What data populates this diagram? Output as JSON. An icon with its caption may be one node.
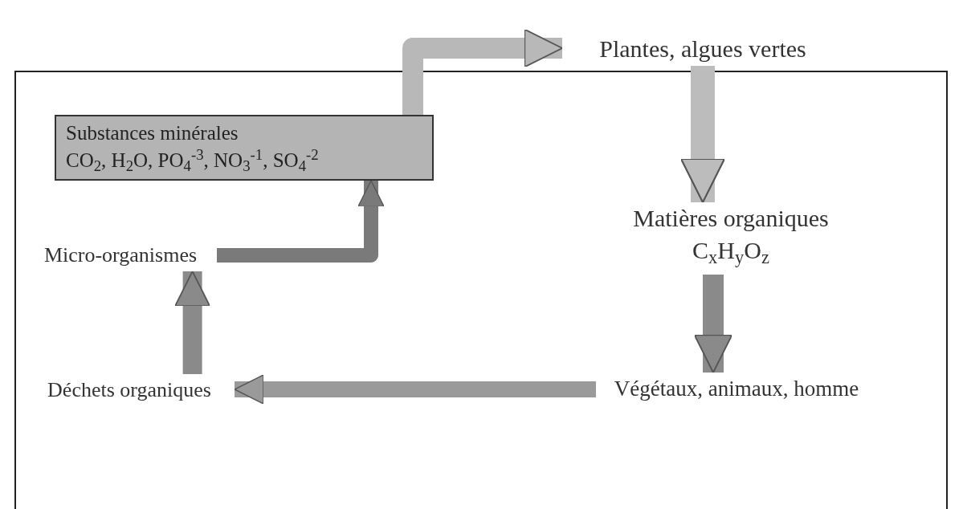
{
  "diagram": {
    "nodes": [
      {
        "text": [
          "Substances minérales",
          "CO$_{2}$, H$_{2}$O, PO$_{4}$$^{-3}$, NO$_{3}$$^{-1}$, SO$_{4}$$^{-2}$"
        ]
      },
      {
        "text": [
          "Plantes, algues vertes"
        ]
      },
      {
        "text": [
          "Matières organiques",
          "C$_{x}$H$_{y}$O$_{z}$"
        ]
      },
      {
        "text": [
          "Végétaux, animaux, homme"
        ]
      },
      {
        "text": [
          "Déchets organiques"
        ]
      },
      {
        "text": [
          "Micro-organismes"
        ]
      }
    ],
    "edges": [
      {
        "from": 0,
        "to": 1,
        "arrow": "to"
      },
      {
        "from": 1,
        "to": 2,
        "arrow": "to"
      },
      {
        "from": 2,
        "to": 3,
        "arrow": "to"
      },
      {
        "from": 3,
        "to": 4,
        "arrow": "to"
      },
      {
        "from": 4,
        "to": 5,
        "arrow": "to"
      },
      {
        "from": 5,
        "to": 0,
        "arrow": "to"
      }
    ]
  }
}
